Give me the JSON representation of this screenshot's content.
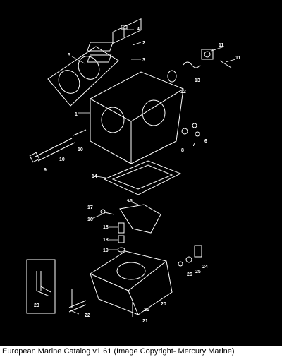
{
  "caption": "European Marine Catalog v1.61 (Image Copyright- Mercury Marine)",
  "callouts": [
    "1",
    "2",
    "3",
    "4",
    "5",
    "6",
    "7",
    "8",
    "9",
    "10",
    "10",
    "11",
    "11",
    "12",
    "13",
    "14",
    "15",
    "16",
    "17",
    "18",
    "18",
    "19",
    "20",
    "21",
    "21",
    "22",
    "23",
    "24",
    "25",
    "26"
  ],
  "colors": {
    "background": "#000000",
    "linework": "#ffffff",
    "caption_bg": "#ffffff",
    "caption_text": "#000000"
  }
}
